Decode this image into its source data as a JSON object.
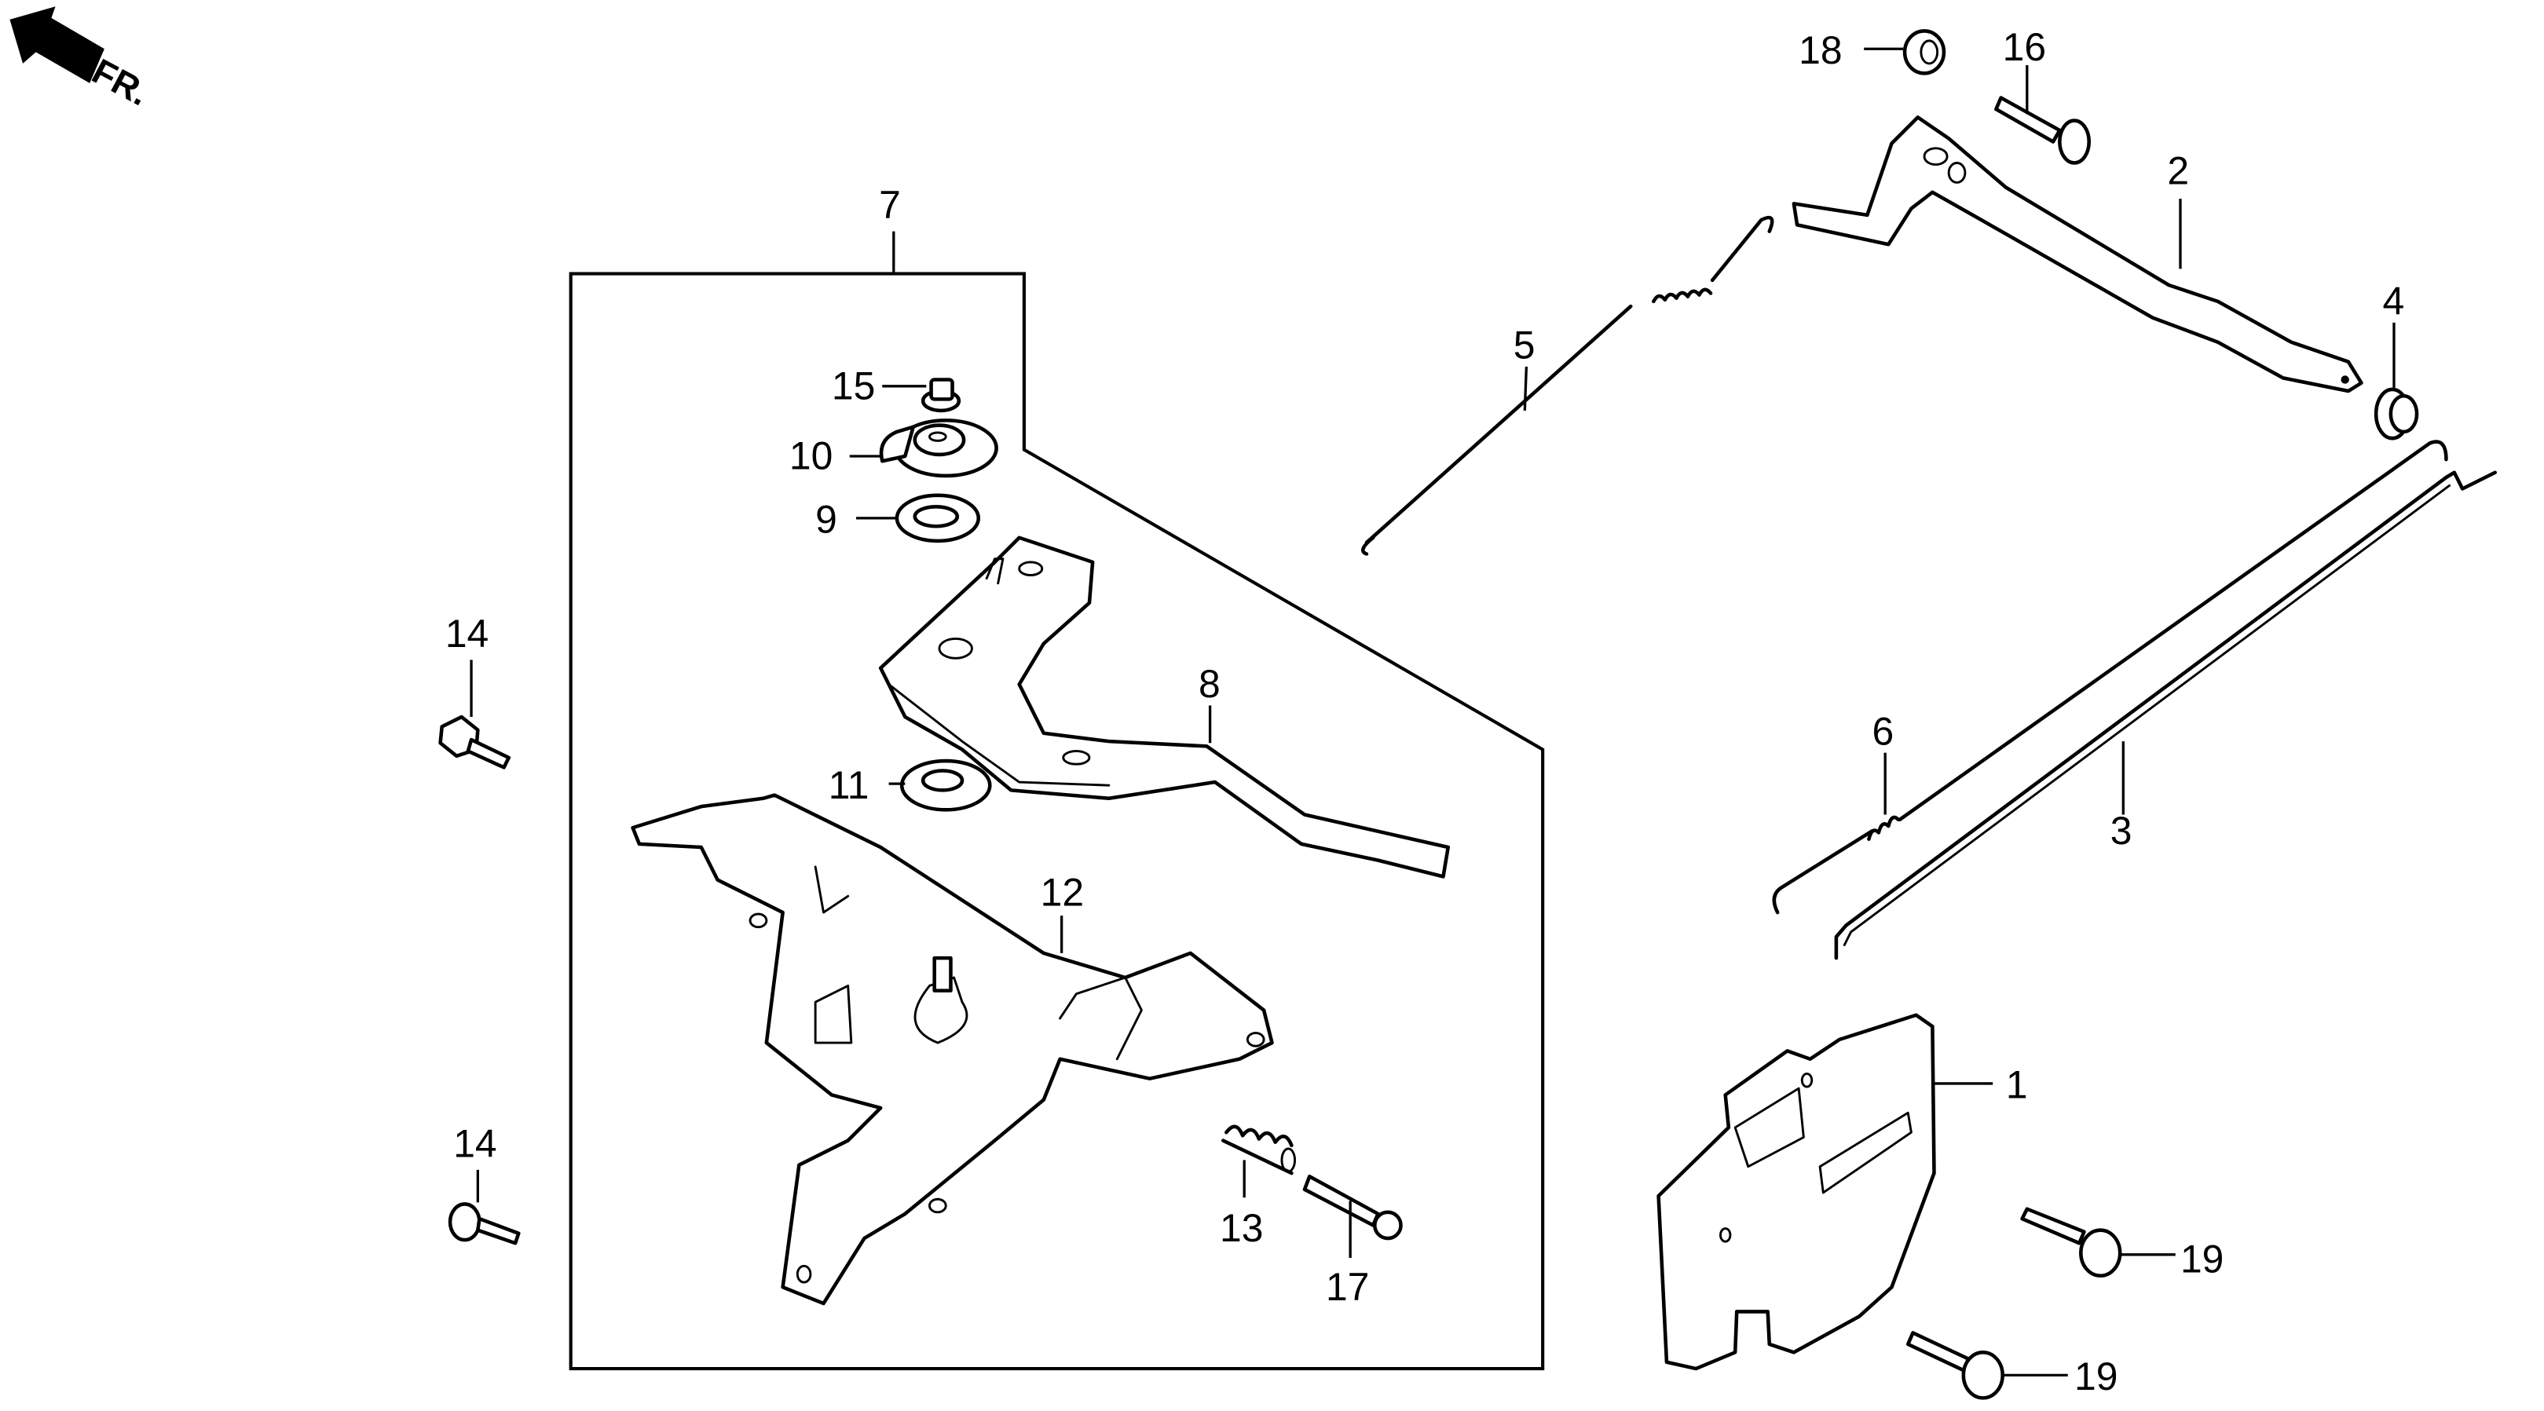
{
  "diagram": {
    "type": "exploded-parts-view",
    "orientation_label": "FR.",
    "orientation_icon": "front-direction-arrow-icon",
    "assembly_group": {
      "callout": "7",
      "contains": [
        "8",
        "9",
        "10",
        "11",
        "12",
        "13",
        "15",
        "17"
      ]
    },
    "callouts": [
      {
        "id": "1",
        "label": "1",
        "part": "cover-plate"
      },
      {
        "id": "2",
        "label": "2",
        "part": "control-lever-arm"
      },
      {
        "id": "3",
        "label": "3",
        "part": "rod"
      },
      {
        "id": "4",
        "label": "4",
        "part": "grommet-bushing"
      },
      {
        "id": "5",
        "label": "5",
        "part": "spring-rod"
      },
      {
        "id": "6",
        "label": "6",
        "part": "spring-rod-short-coil"
      },
      {
        "id": "7",
        "label": "7",
        "part": "control-base-assembly"
      },
      {
        "id": "8",
        "label": "8",
        "part": "control-lever"
      },
      {
        "id": "9",
        "label": "9",
        "part": "washer"
      },
      {
        "id": "10",
        "label": "10",
        "part": "friction-plate"
      },
      {
        "id": "11",
        "label": "11",
        "part": "washer"
      },
      {
        "id": "12",
        "label": "12",
        "part": "control-base"
      },
      {
        "id": "13",
        "label": "13",
        "part": "coil-spring"
      },
      {
        "id": "14a",
        "label": "14",
        "part": "flange-bolt"
      },
      {
        "id": "14b",
        "label": "14",
        "part": "flange-bolt"
      },
      {
        "id": "15",
        "label": "15",
        "part": "flange-nut"
      },
      {
        "id": "16",
        "label": "16",
        "part": "bolt"
      },
      {
        "id": "17",
        "label": "17",
        "part": "screw"
      },
      {
        "id": "18",
        "label": "18",
        "part": "nut"
      },
      {
        "id": "19a",
        "label": "19",
        "part": "flange-bolt"
      },
      {
        "id": "19b",
        "label": "19",
        "part": "flange-bolt"
      }
    ]
  }
}
